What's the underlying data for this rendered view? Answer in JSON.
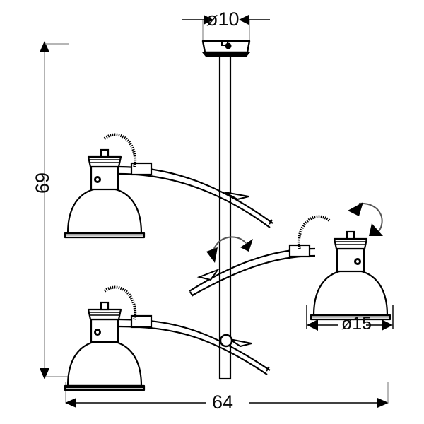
{
  "drawing": {
    "title": "Ceiling lamp technical dimension drawing",
    "product": "3-light ceiling lamp with adjustable curved arms",
    "view": "front elevation",
    "units": "cm",
    "line_color": "#000000",
    "background_color": "#ffffff",
    "extension_line_color": "#808080"
  },
  "dimensions": {
    "top": {
      "label": "ø10",
      "value": 10,
      "symbol": "ø",
      "meaning": "ceiling canopy diameter",
      "arrow_direction": "inward",
      "position": "top-center"
    },
    "left": {
      "label": "69",
      "value": 69,
      "symbol": "",
      "meaning": "overall height",
      "arrow_direction": "outward",
      "position": "left-vertical",
      "rotation": "-90deg"
    },
    "bottom": {
      "label": "64",
      "value": 64,
      "symbol": "",
      "meaning": "overall width",
      "arrow_direction": "outward",
      "position": "bottom-horizontal"
    },
    "right": {
      "label": "ø15",
      "value": 15,
      "symbol": "ø",
      "meaning": "lamp shade diameter",
      "arrow_direction": "outward",
      "position": "under-right-shade"
    }
  },
  "parts": {
    "canopy": {
      "name": "ceiling mount canopy",
      "detail": "trapezoidal plate with fixing screw"
    },
    "rod": {
      "name": "central support rod",
      "detail": "vertical tube"
    },
    "lamps": [
      {
        "id": "upper-left",
        "name": "lamp head upper left",
        "shade": "dome shade",
        "cable": "braided cable"
      },
      {
        "id": "lower-left",
        "name": "lamp head lower left",
        "shade": "dome shade",
        "cable": "braided cable"
      },
      {
        "id": "right",
        "name": "lamp head right",
        "shade": "dome shade",
        "cable": "braided cable"
      }
    ],
    "arms": [
      {
        "id": "upper-left-arm",
        "name": "curved arm upper left"
      },
      {
        "id": "lower-left-arm",
        "name": "curved arm lower left"
      },
      {
        "id": "right-arm",
        "name": "curved arm right"
      }
    ]
  },
  "annotations": {
    "center_rotation": {
      "name": "arm swivel arrow",
      "type": "double-headed arc",
      "meaning": "arms rotate around central rod"
    },
    "shade_rotation": {
      "name": "shade tilt arrow",
      "type": "double-headed arc",
      "meaning": "shade tilts on pivot"
    }
  }
}
